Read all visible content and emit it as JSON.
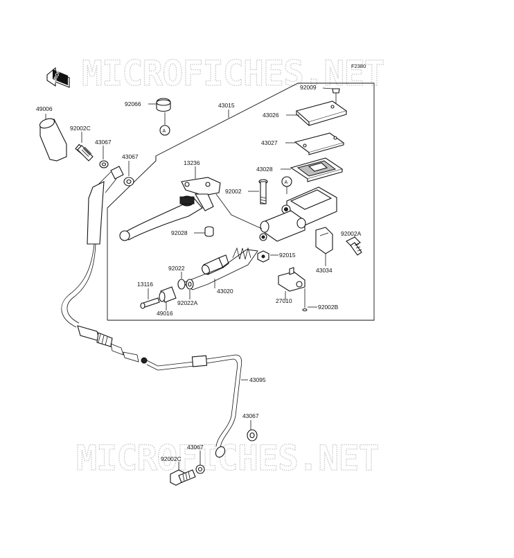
{
  "diagram": {
    "figure_code": "F2380",
    "watermark_top": "MICROFICHES.NET",
    "watermark_bottom": "MICROFICHES.NET",
    "front_label": "FRONT",
    "callout_a1": "A",
    "callout_a2": "A",
    "parts": {
      "p49006": "49006",
      "p92002c_top": "92002C",
      "p43067_a": "43067",
      "p43067_b": "43067",
      "p92066": "92066",
      "p43015": "43015",
      "p92009": "92009",
      "p43026": "43026",
      "p43027": "43027",
      "p43028": "43028",
      "p13236": "13236",
      "p92002": "92002",
      "p92028": "92028",
      "p92002a": "92002A",
      "p92015": "92015",
      "p43034": "43034",
      "p92022": "92022",
      "p13116": "13116",
      "p92022a": "92022A",
      "p49016": "49016",
      "p43020": "43020",
      "p27010": "27010",
      "p92002b": "92002B",
      "p43095": "43095",
      "p43067_c": "43067",
      "p43067_d": "43067",
      "p92002c_bottom": "92002C"
    }
  }
}
